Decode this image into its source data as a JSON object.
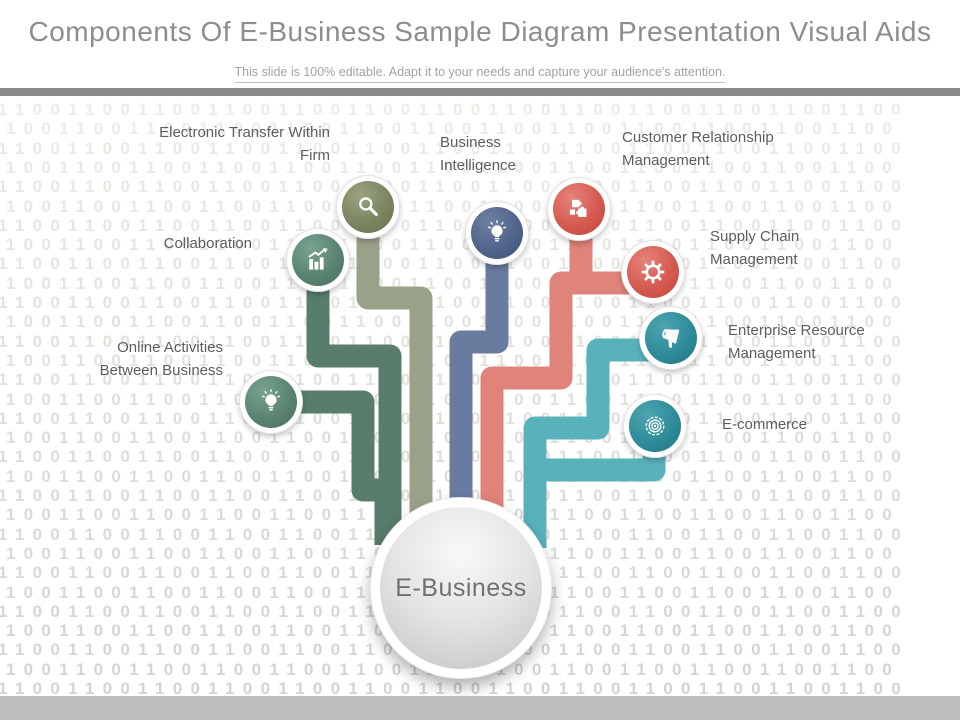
{
  "slide": {
    "title": "Components Of E-Business Sample Diagram Presentation Visual Aids",
    "subtitle": "This slide is 100% editable. Adapt it to your needs and capture your audience's attention.",
    "center": {
      "label": "E-Business"
    }
  },
  "nodes": [
    {
      "label": "Electronic Transfer Within Firm",
      "icon": "magnifier-icon",
      "theme": "olive"
    },
    {
      "label": "Collaboration",
      "icon": "bar-chart-icon",
      "theme": "green"
    },
    {
      "label": "Online Activities Between Business",
      "icon": "lightbulb-icon",
      "theme": "green"
    },
    {
      "label": "Business Intelligence",
      "icon": "lightbulb-icon",
      "theme": "blue"
    },
    {
      "label": "Customer Relationship Management",
      "icon": "puzzle-icon",
      "theme": "salmon"
    },
    {
      "label": "Supply Chain Management",
      "icon": "gear-icon",
      "theme": "salmon"
    },
    {
      "label": "Enterprise Resource Management",
      "icon": "megaphone-icon",
      "theme": "teal"
    },
    {
      "label": "E-commerce",
      "icon": "target-icon",
      "theme": "teal"
    }
  ],
  "colors": {
    "green_line": "#587d6c",
    "olive_line": "#9aa189",
    "blue_line": "#6a7ba0",
    "salmon_line": "#e0837a",
    "teal_line": "#58b2bc",
    "green_circle": "#5a8471",
    "olive_circle": "#7b8560",
    "blue_circle": "#51648a",
    "salmon_circle": "#d55a50",
    "teal_circle": "#2f8c99",
    "top_bar": "#8a8a8a",
    "bottom_bar": "#bdbdbd",
    "binary_text": "#e4e2dd",
    "title_text": "#8d8d8d",
    "label_text": "#5d5d5d"
  },
  "background": {
    "binary_pattern": "1100110011001100110011001100110011001100110011001100",
    "rows": 31
  }
}
